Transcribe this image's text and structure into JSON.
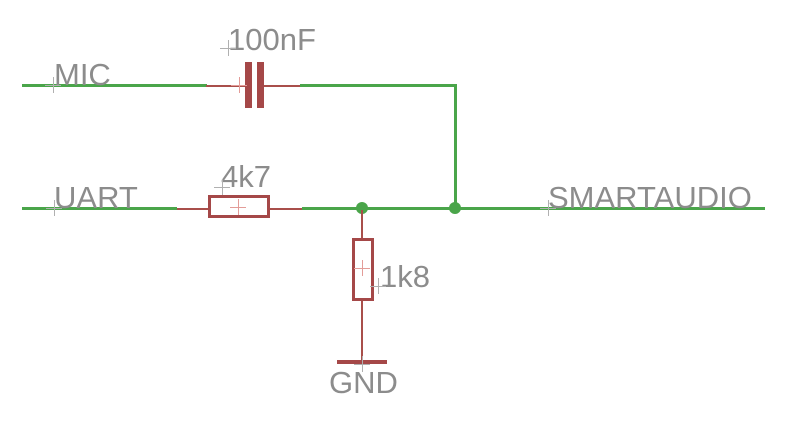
{
  "nets": {
    "mic": {
      "label": "MIC"
    },
    "uart": {
      "label": "UART"
    },
    "smartaudio": {
      "label": "SMARTAUDIO"
    },
    "gnd": {
      "label": "GND"
    }
  },
  "components": {
    "coupling_capacitor": {
      "value": "100nF"
    },
    "series_resistor": {
      "value": "4k7"
    },
    "pulldown_resistor": {
      "value": "1k8"
    }
  },
  "colors": {
    "wire_green": "#4AA54A",
    "symbol_red": "#A54848",
    "lead_red": "#A94F4B",
    "label_gray": "#8C8C8C",
    "origin_cross_gray": "#B0B0B0",
    "part_cross_pink": "#E39C98",
    "background": "#FFFFFF"
  }
}
